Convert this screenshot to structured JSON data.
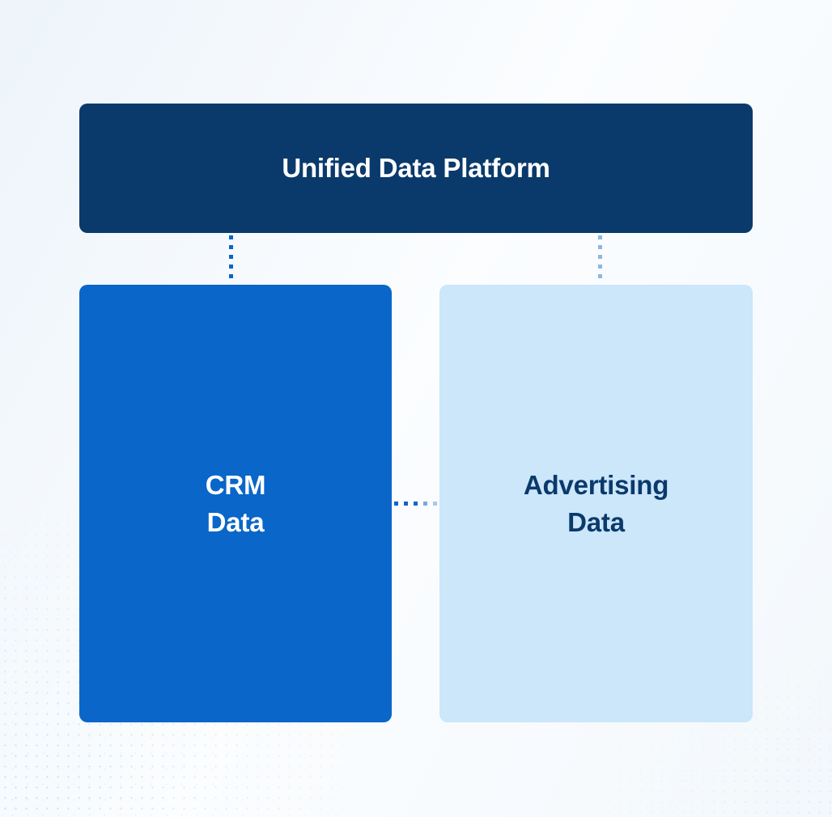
{
  "diagram": {
    "title_node": {
      "label": "Unified Data Platform",
      "bg": "#0a3a6b",
      "text_color": "#ffffff"
    },
    "nodes": [
      {
        "id": "crm-data",
        "lines": [
          "CRM",
          "Data"
        ],
        "bg": "#0a66c8",
        "text_color": "#ffffff"
      },
      {
        "id": "advertising-data",
        "lines": [
          "Advertising",
          "Data"
        ],
        "bg": "#cce6fa",
        "text_color": "#0a3a6b"
      }
    ],
    "connectors": [
      {
        "id": "platform-to-crm",
        "style": "dotted-vertical",
        "color": "#0a66c8"
      },
      {
        "id": "platform-to-advertising",
        "style": "dotted-vertical",
        "color": "#8fb8dd"
      },
      {
        "id": "crm-to-advertising",
        "style": "dotted-horizontal",
        "dot_colors": [
          "#0a66c8",
          "#0a66c8",
          "#1168c4",
          "#7cabdb",
          "#a9c9e9"
        ]
      }
    ],
    "background": {
      "base": "#f5fafd",
      "texture_dot_color": "#cfe9f3"
    }
  }
}
